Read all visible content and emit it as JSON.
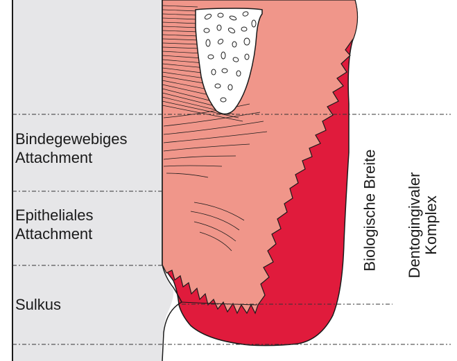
{
  "labels": {
    "connective_line1": "Bindegewebiges",
    "connective_line2": "Attachment",
    "epithelial_line1": "Epitheliales",
    "epithelial_line2": "Attachment",
    "sulcus": "Sulkus",
    "biologic_width": "Biologische Breite",
    "dentogingival_line1": "Dentogingivaler",
    "dentogingival_line2": "Komplex"
  },
  "colors": {
    "tooth": "#e6e6e8",
    "gingiva_outer": "#e01b3c",
    "connective_tissue": "#f0968a",
    "bone": "#ffffff",
    "outline": "#1a1a1a"
  }
}
